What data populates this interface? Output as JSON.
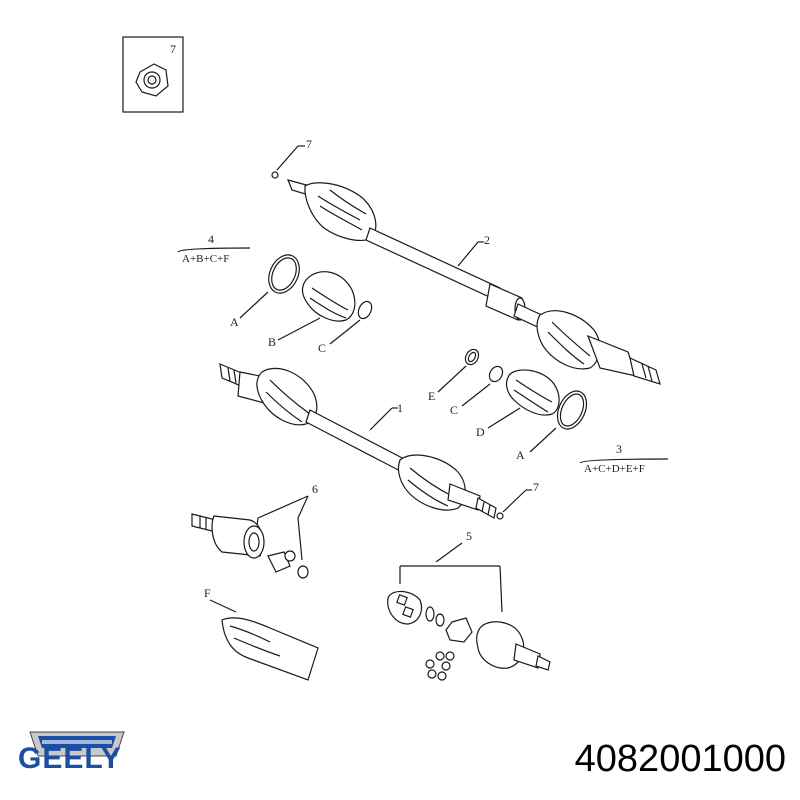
{
  "callouts": {
    "nut_box": "7",
    "nut_top": "7",
    "shaft_2": "2",
    "kit_4": "4",
    "kit_4_contents": "A+B+C+F",
    "a_left": "A",
    "b_left": "B",
    "c_left": "C",
    "shaft_1": "1",
    "e_right": "E",
    "c_right": "C",
    "d_right": "D",
    "a_right": "A",
    "kit_3": "3",
    "kit_3_contents": "A+C+D+E+F",
    "nut_mid": "7",
    "kit_6": "6",
    "kit_5": "5",
    "f_label": "F"
  },
  "brand": {
    "name": "GEELY",
    "color": "#1a4fa3"
  },
  "part_number": "4082001000"
}
